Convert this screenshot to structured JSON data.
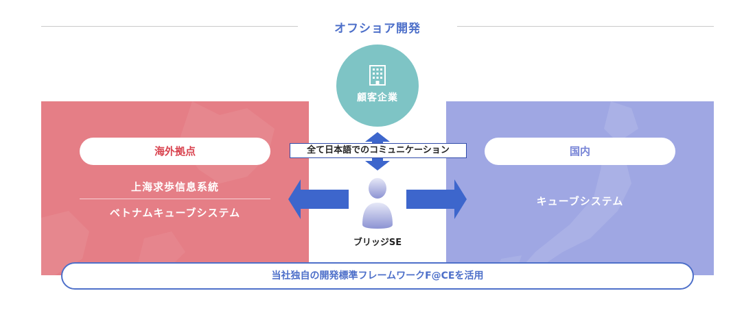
{
  "heading": {
    "title": "オフショア開発"
  },
  "customer": {
    "label": "顧客企業",
    "icon": "building-icon"
  },
  "communication": {
    "label": "全て日本語でのコミュニケーション"
  },
  "overseas": {
    "pill": "海外拠点",
    "companies": [
      "上海求歩信息系統",
      "ベトナムキューブシステム"
    ]
  },
  "domestic": {
    "pill": "国内",
    "company": "キューブシステム"
  },
  "bridge": {
    "label": "ブリッジSE",
    "icon": "person-icon"
  },
  "framework": {
    "label": "当社独自の開発標準フレームワークF@CEを活用"
  },
  "colors": {
    "accent": "#4d6fc9",
    "overseas_panel": "#e57e86",
    "domestic_panel": "#9fa7e3",
    "customer_circle": "#7ec4c5",
    "arrow": "#3d66cc"
  }
}
